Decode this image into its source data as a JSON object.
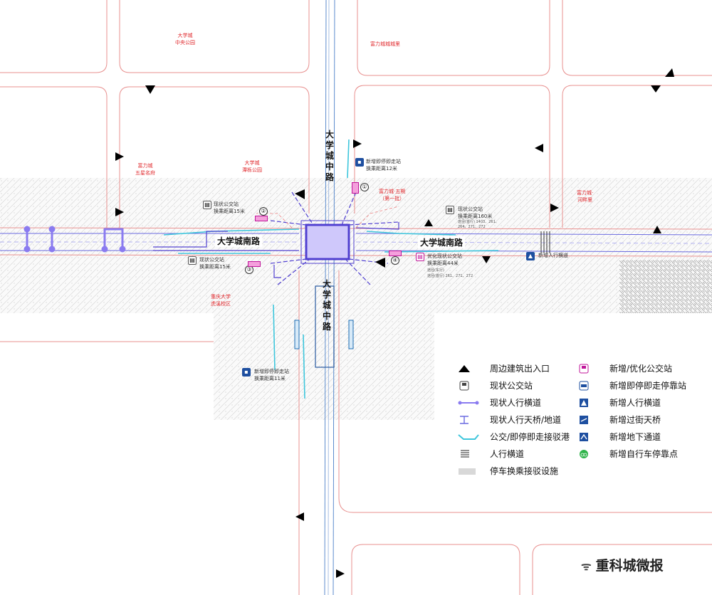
{
  "roads": {
    "south_road": "大学城南路",
    "south_road_east": "大学城南路",
    "middle_road_north": "大学城中路",
    "middle_road_south": "大学城中路"
  },
  "places": {
    "p1": [
      "大学城",
      "中央公园"
    ],
    "p2": "富力城城城里",
    "p3": [
      "富力城",
      "五星名府"
    ],
    "p4": [
      "大学城",
      "潭栎公园"
    ],
    "p5": [
      "富力城·五期",
      "（第一批）"
    ],
    "p6": [
      "富力城·",
      "河畔里"
    ],
    "p7": [
      "重庆大学",
      "虎溪校区"
    ]
  },
  "annotations": {
    "a1": [
      "新增即停即走站",
      "换乘距离12米"
    ],
    "a2": [
      "现状公交站",
      "换乘距离15米"
    ],
    "a3": [
      "现状公交站",
      "换乘距离160米"
    ],
    "a3_detail": [
      "途径(首行) 1403、261、",
      "264、271、272"
    ],
    "a4": [
      "现状公交站",
      "换乘距离15米"
    ],
    "a5": [
      "优化现状公交站",
      "换乘距离44米"
    ],
    "a5_detail": [
      "途径(首行) 261、271、272"
    ],
    "a5_extra": "途径(东行)",
    "a6": "新增人行横道",
    "a7": [
      "新增即停即走站",
      "换乘距离11米"
    ]
  },
  "markers": {
    "m1": "①",
    "m2": "②",
    "m3": "③",
    "m4": "④"
  },
  "legend": {
    "left": [
      "周边建筑出入口",
      "现状公交站",
      "现状人行横道",
      "现状人行天桥/地道",
      "公交/即停即走接驳港",
      "人行横道",
      "停车换乘接驳设施"
    ],
    "right": [
      "新增/优化公交站",
      "新增即停即走停靠站",
      "新增人行横道",
      "新增过街天桥",
      "新增地下通道",
      "新增自行车停靠点"
    ]
  },
  "watermark": "重科城微报",
  "colors": {
    "parcel_line": "#e8908f",
    "existing_crossing": "#8a7bf0",
    "new_facility": "#5040d0",
    "bus_bay": "#3ec6dc",
    "place_label": "#e0282c",
    "new_bus_stop": "#c0169a"
  },
  "icons": {
    "entrance": "black-triangle",
    "bus": "bus-icon",
    "car": "car-icon",
    "pedestrian": "pedestrian-icon",
    "bridge": "footbridge-icon",
    "underpass": "underpass-icon",
    "bike": "bike-icon"
  }
}
